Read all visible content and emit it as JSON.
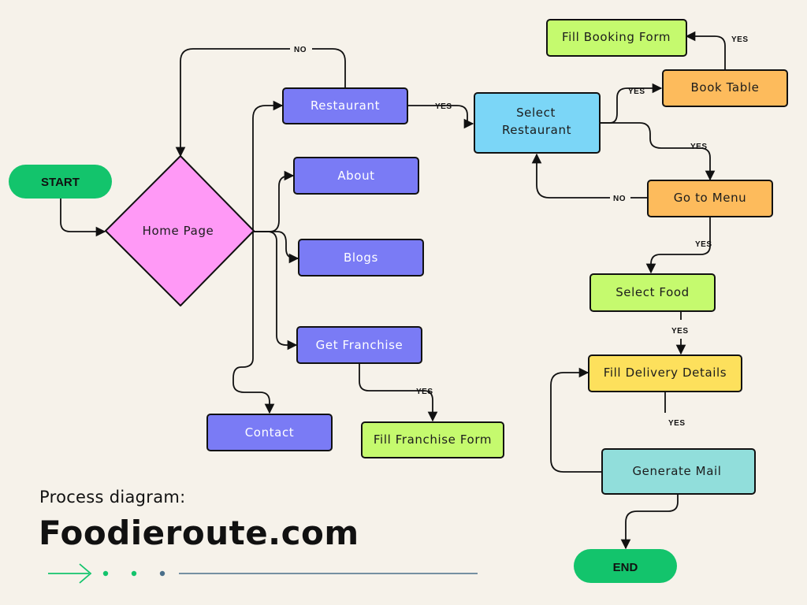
{
  "caption": {
    "subtitle": "Process diagram:",
    "title": "Foodieroute.com"
  },
  "colors": {
    "background": "#f6f2ea",
    "start_end": "#13c46c",
    "home": "#ff99f6",
    "nav": "#7a7bf5",
    "select_restaurant": "#7bd6f7",
    "orange": "#fdbb5c",
    "lime": "#c5fa6e",
    "yellow": "#fde05c",
    "teal": "#91dedb",
    "decor_green": "#13c46c",
    "decor_blue": "#4a6f8a"
  },
  "nodes": {
    "start": "START",
    "home": "Home Page",
    "restaurant": "Restaurant",
    "about": "About",
    "blogs": "Blogs",
    "get_franchise": "Get Franchise",
    "contact": "Contact",
    "fill_franchise_form": "Fill Franchise Form",
    "select_restaurant_line1": "Select",
    "select_restaurant_line2": "Restaurant",
    "book_table": "Book Table",
    "fill_booking_form": "Fill Booking Form",
    "go_to_menu": "Go to Menu",
    "select_food": "Select Food",
    "fill_delivery_details": "Fill Delivery Details",
    "generate_mail": "Generate Mail",
    "end": "END"
  },
  "edge_labels": {
    "restaurant_no": "NO",
    "restaurant_yes": "YES",
    "book_table_yes": "YES",
    "fill_booking_yes": "YES",
    "go_to_menu_yes": "YES",
    "go_to_menu_no": "NO",
    "select_food_yes": "YES",
    "delivery_yes": "YES",
    "mail_yes": "YES",
    "franchise_yes": "YES"
  }
}
